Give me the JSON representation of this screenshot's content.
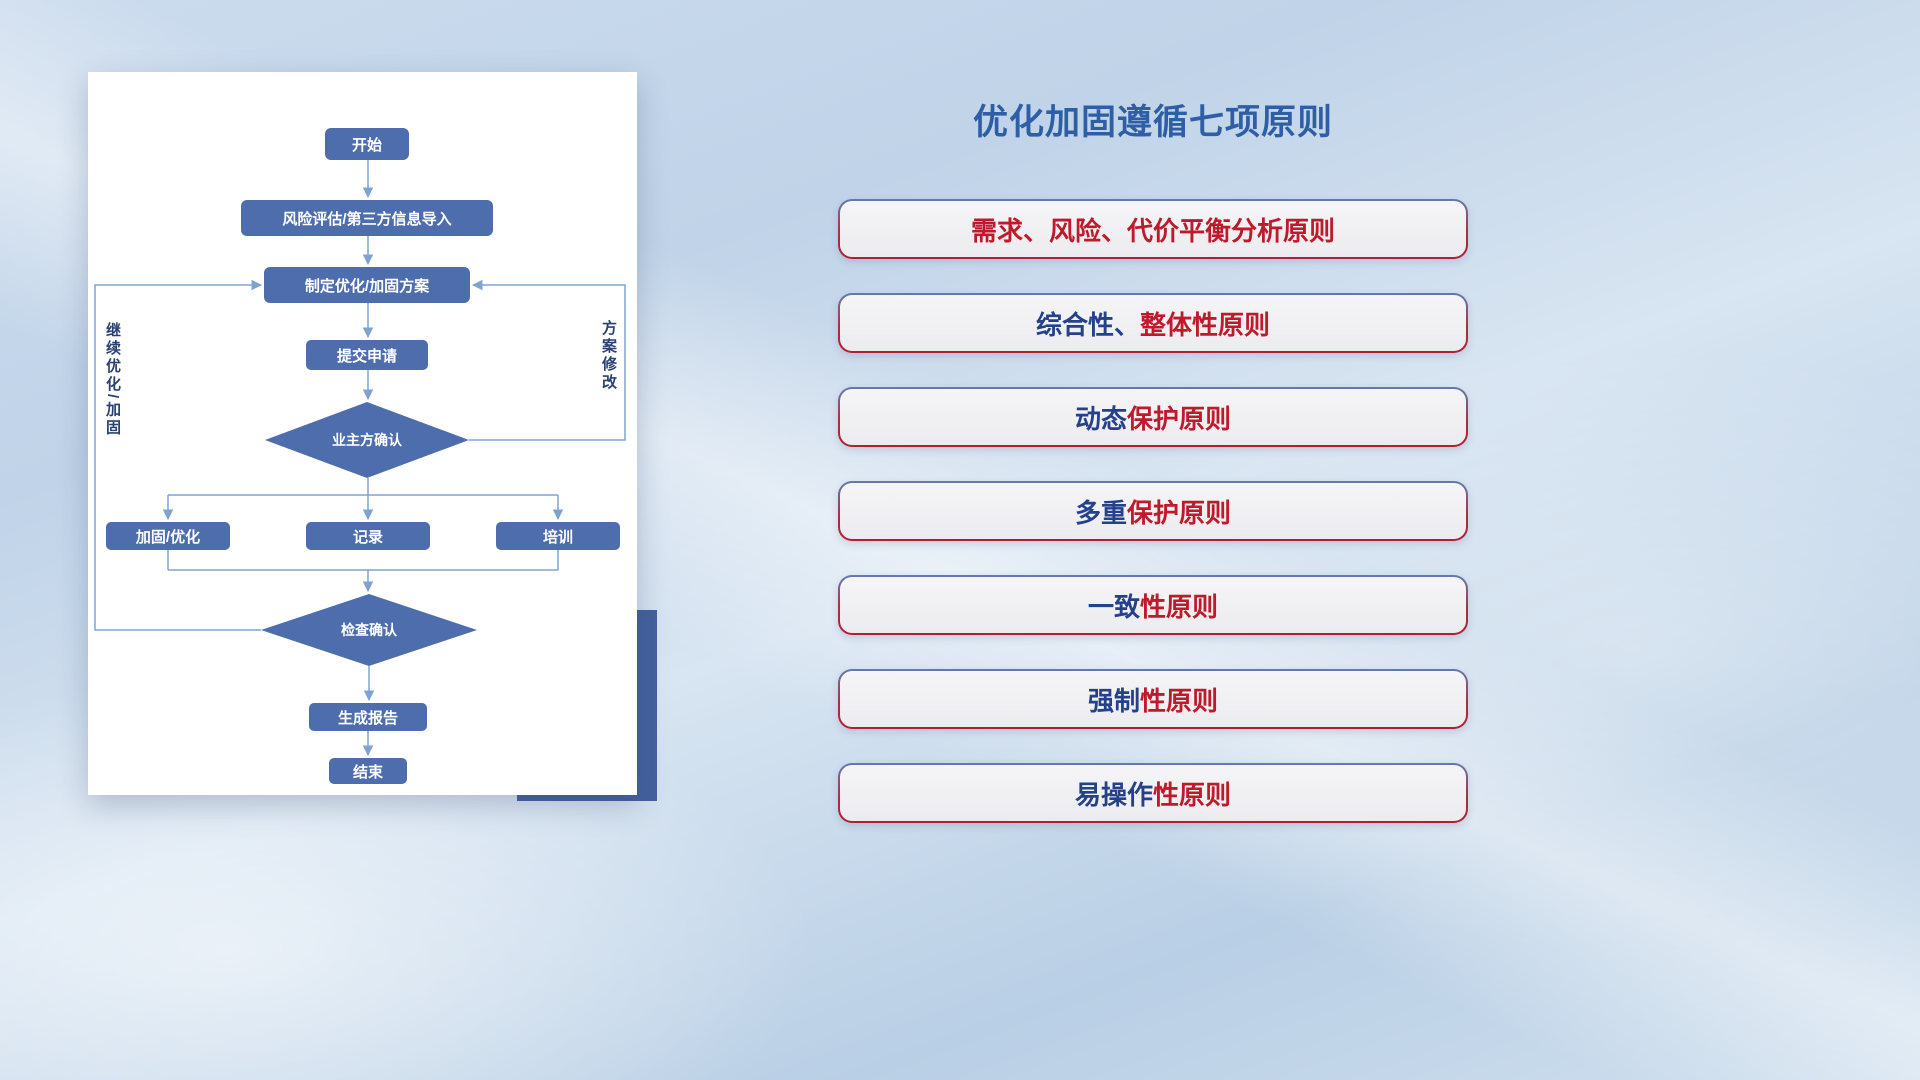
{
  "flowchart": {
    "nodes": {
      "start": "开始",
      "risk": "风险评估/第三方信息导入",
      "plan": "制定优化/加固方案",
      "submit": "提交申请",
      "owner_confirm": "业主方确认",
      "reinforce": "加固/优化",
      "record": "记录",
      "training": "培训",
      "check_confirm": "检查确认",
      "report": "生成报告",
      "end": "结束"
    },
    "edge_labels": {
      "continue_optimize": "继续优化/加固",
      "plan_modify": "方案修改"
    }
  },
  "principles": {
    "title": "优化加固遵循七项原则",
    "items": [
      {
        "parts": [
          {
            "text": "需求、风险、代价平衡分析原则",
            "color": "red"
          }
        ]
      },
      {
        "parts": [
          {
            "text": "综合性、",
            "color": "blue"
          },
          {
            "text": "整体性原则",
            "color": "red"
          }
        ]
      },
      {
        "parts": [
          {
            "text": "动态",
            "color": "blue"
          },
          {
            "text": "保护原则",
            "color": "red"
          }
        ]
      },
      {
        "parts": [
          {
            "text": "多重",
            "color": "blue"
          },
          {
            "text": "保护原则",
            "color": "red"
          }
        ]
      },
      {
        "parts": [
          {
            "text": "一致",
            "color": "blue"
          },
          {
            "text": "性原则",
            "color": "red"
          }
        ]
      },
      {
        "parts": [
          {
            "text": "强制",
            "color": "blue"
          },
          {
            "text": "性原则",
            "color": "red"
          }
        ]
      },
      {
        "parts": [
          {
            "text": "易操作",
            "color": "blue"
          },
          {
            "text": "性原则",
            "color": "red"
          }
        ]
      }
    ]
  },
  "colors": {
    "accent_blue": "#2E5EA6",
    "accent_red": "#BE1A2B",
    "node_fill": "#4D6DAD",
    "connector": "#7FA3D1",
    "accent_rect": "#45619E"
  }
}
